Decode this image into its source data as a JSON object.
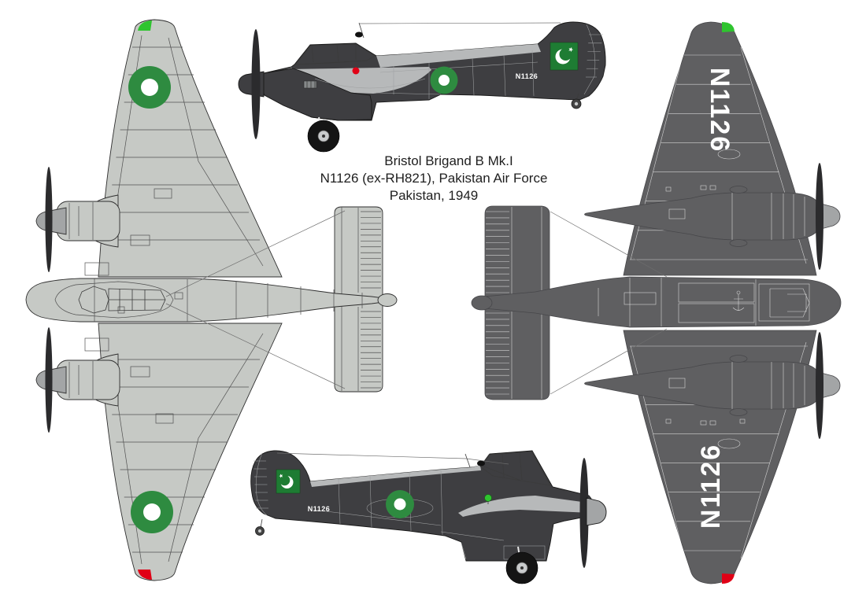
{
  "caption": {
    "line1": "Bristol Brigand B Mk.I",
    "line2": "N1126 (ex-RH821), Pakistan Air Force",
    "line3": "Pakistan, 1949"
  },
  "aircraft": {
    "serial": "N1126"
  },
  "colors": {
    "background": "#ffffff",
    "top_view_gray": "#c6c9c5",
    "side_dark": "#3e3e41",
    "underside_gray": "#5f5f61",
    "spine_light": "#b7b9ba",
    "canopy": "#d6efec",
    "roundel_green": "#2e8b40",
    "flag_green": "#1e7c33",
    "nav_green": "#2fc42f",
    "nav_red": "#e00016",
    "prop_dark": "#2b2b2d",
    "spinner_gray": "#a3a5a6",
    "wheel_black": "#141414",
    "hub_gray": "#c9cbcc",
    "marking_white": "#ffffff",
    "caption_text": "#1e1e1e"
  }
}
